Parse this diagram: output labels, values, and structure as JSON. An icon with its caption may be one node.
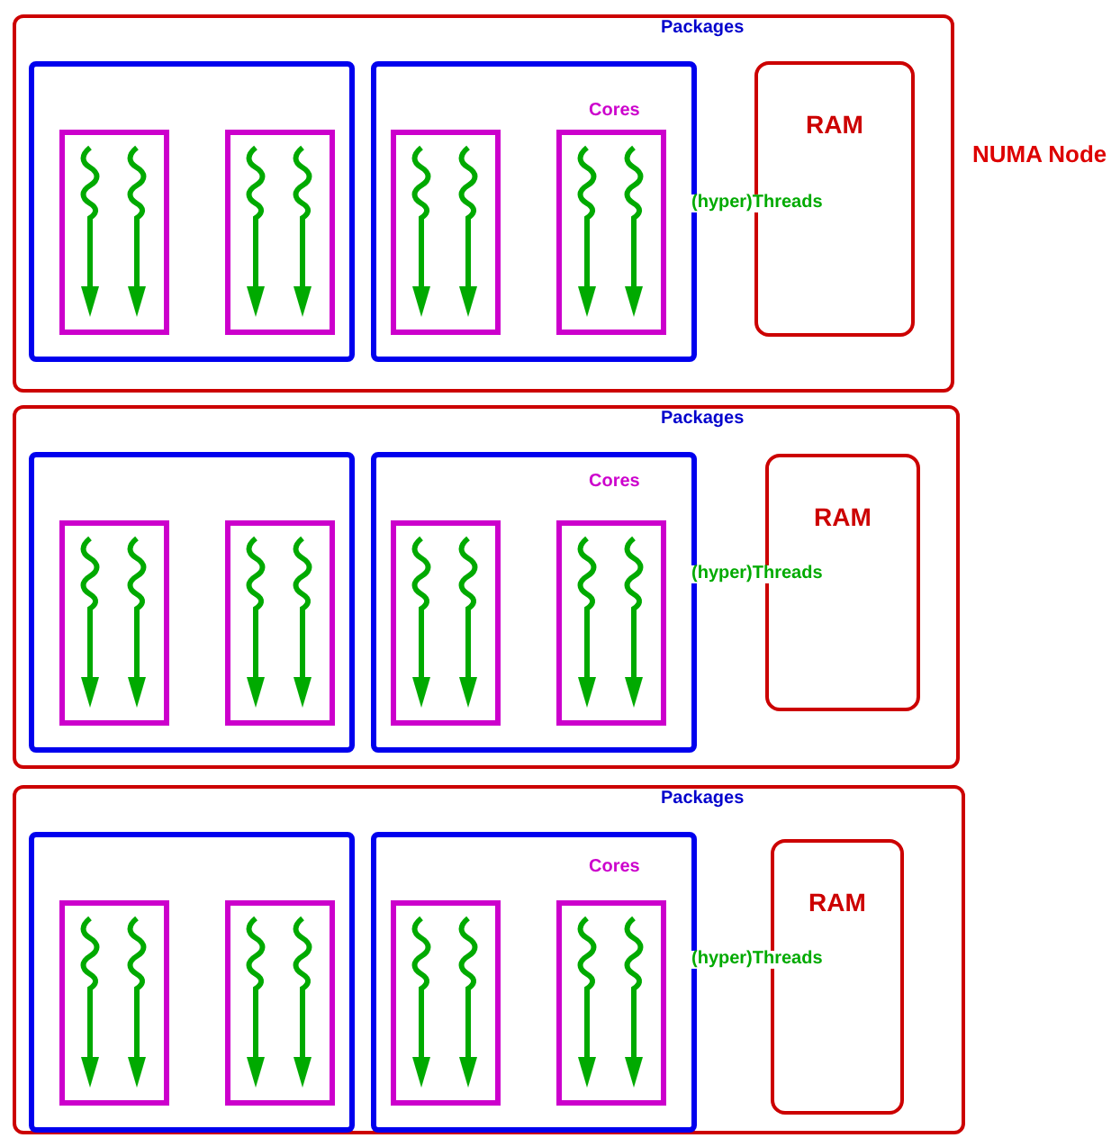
{
  "diagram": {
    "nodes": [
      {
        "text": [],
        "shape": "box"
      },
      {
        "text": [],
        "shape": "box",
        "in": 0
      },
      {
        "text": [],
        "shape": "box",
        "in": 1
      },
      {
        "text": [],
        "shape": "box",
        "in": 1
      },
      {
        "text": [],
        "shape": "box",
        "in": 0
      },
      {
        "text": [],
        "shape": "box",
        "in": 4
      },
      {
        "text": [],
        "shape": "box",
        "in": 4
      },
      {
        "text": [
          "RAM"
        ],
        "in": 0
      },
      {
        "text": [],
        "shape": "box"
      },
      {
        "text": [],
        "shape": "box",
        "in": 8
      },
      {
        "text": [],
        "shape": "box",
        "in": 9
      },
      {
        "text": [],
        "shape": "box",
        "in": 9
      },
      {
        "text": [],
        "shape": "box",
        "in": 8
      },
      {
        "text": [],
        "shape": "box",
        "in": 12
      },
      {
        "text": [],
        "shape": "box",
        "in": 12
      },
      {
        "text": [
          "RAM"
        ],
        "in": 8
      },
      {
        "text": [],
        "shape": "box"
      },
      {
        "text": [],
        "shape": "box",
        "in": 16
      },
      {
        "text": [],
        "shape": "box",
        "in": 17
      },
      {
        "text": [],
        "shape": "box",
        "in": 17
      },
      {
        "text": [],
        "shape": "box",
        "in": 16
      },
      {
        "text": [],
        "shape": "box",
        "in": 20
      },
      {
        "text": [],
        "shape": "box",
        "in": 20
      },
      {
        "text": [
          "RAM"
        ],
        "in": 16
      }
    ],
    "edges": [],
    "labels": [
      "Packages",
      "Cores",
      "NUMA Node",
      "(hyper)Threads",
      "Packages",
      "Cores",
      "(hyper)Threads",
      "Packages",
      "Cores",
      "(hyper)Threads"
    ]
  }
}
